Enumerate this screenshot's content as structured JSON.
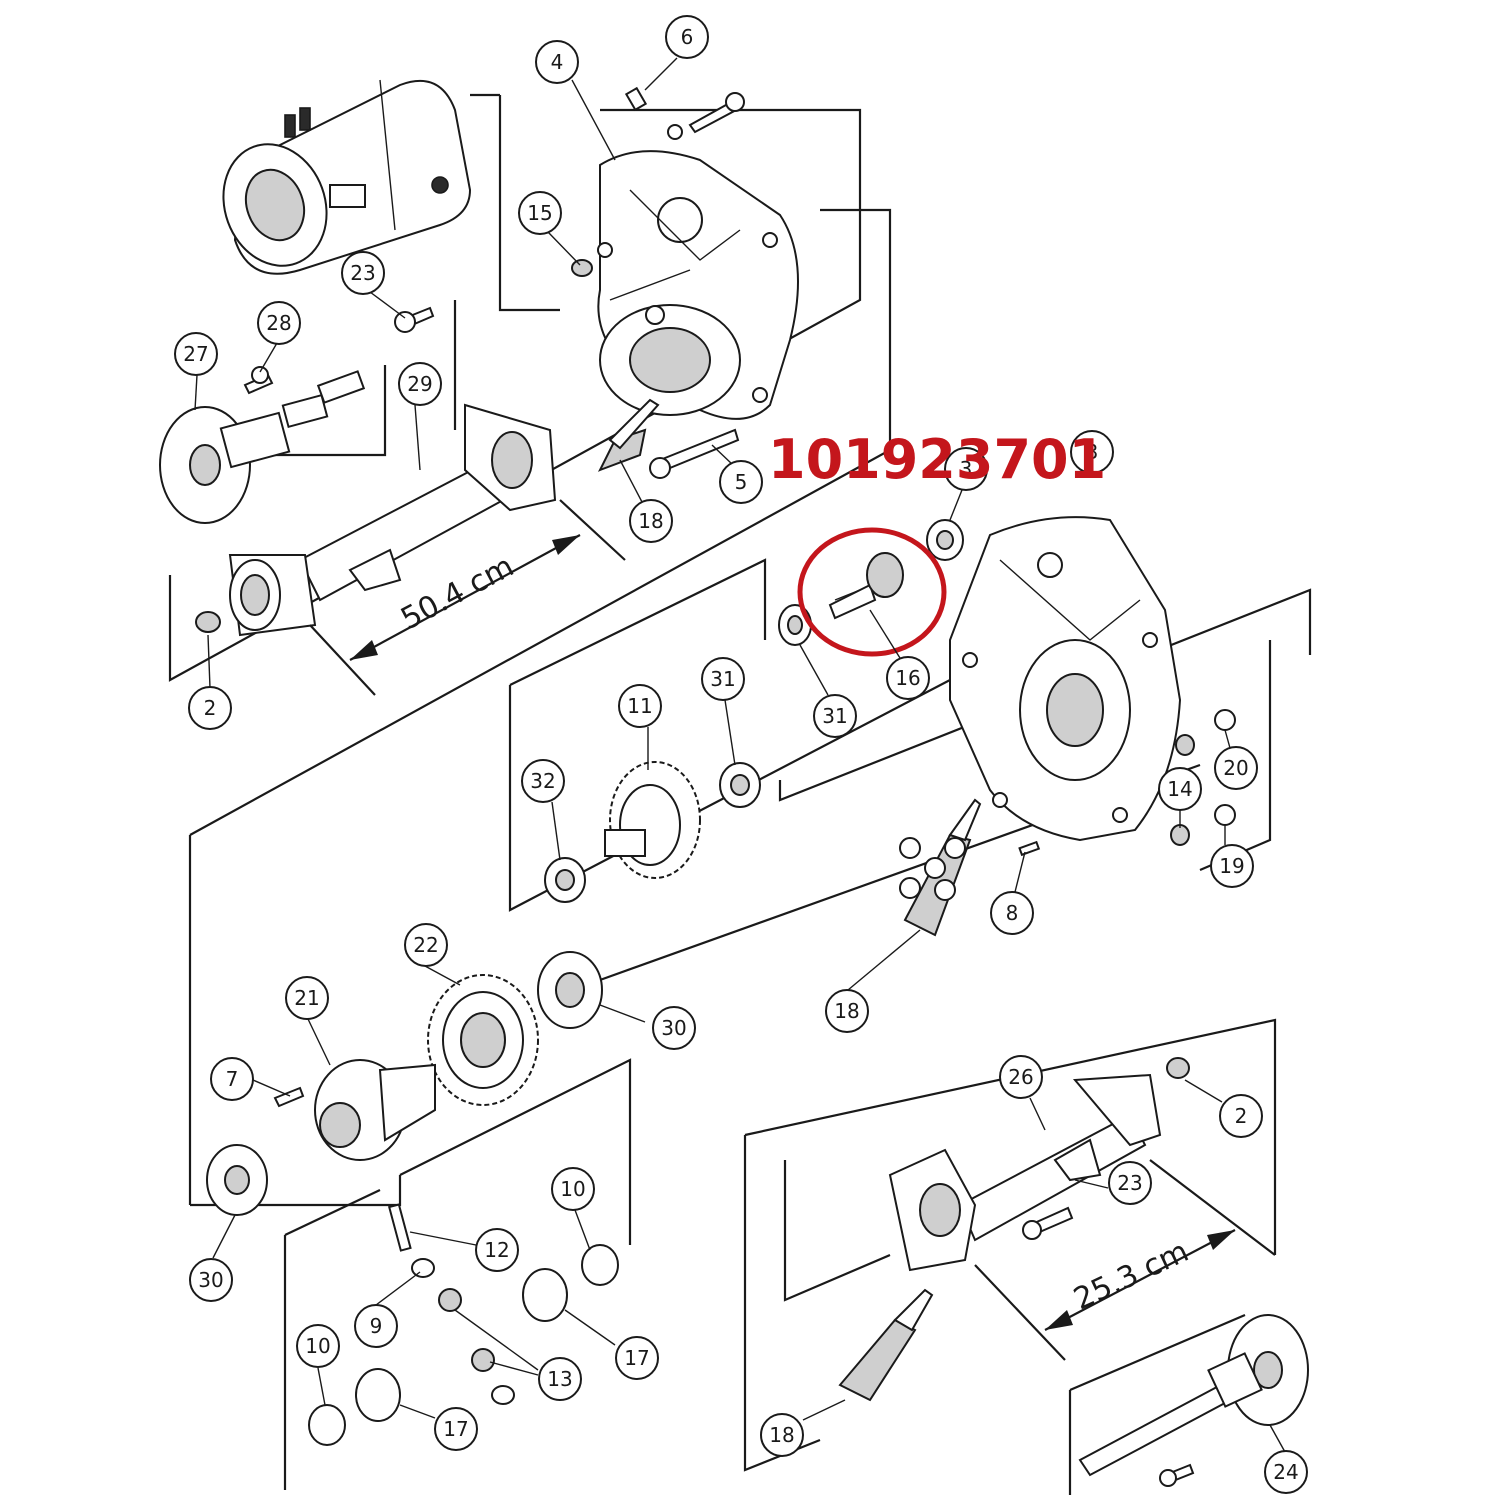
{
  "highlight": {
    "part_number": "101923701",
    "color": "#c4161c"
  },
  "dimensions": {
    "upper_tube": "50.4 cm",
    "lower_tube": "25.3 cm"
  },
  "callouts": {
    "c4": "4",
    "c6": "6",
    "c15": "15",
    "c23a": "23",
    "c28": "28",
    "c27": "27",
    "c29": "29",
    "c5": "5",
    "c18a": "18",
    "c3": "3",
    "c13": "3",
    "c2a": "2",
    "c16": "16",
    "c31a": "31",
    "c31b": "31",
    "c11": "11",
    "c32": "32",
    "c14": "14",
    "c20": "20",
    "c19": "19",
    "c8": "8",
    "c18b": "18",
    "c22": "22",
    "c21": "21",
    "c30a": "30",
    "c7": "7",
    "c30b": "30",
    "c10a": "10",
    "c12": "12",
    "c9": "9",
    "c13b": "13",
    "c17a": "17",
    "c10b": "10",
    "c17b": "17",
    "c26": "26",
    "c2b": "2",
    "c23b": "23",
    "c18c": "18",
    "c24": "24"
  }
}
